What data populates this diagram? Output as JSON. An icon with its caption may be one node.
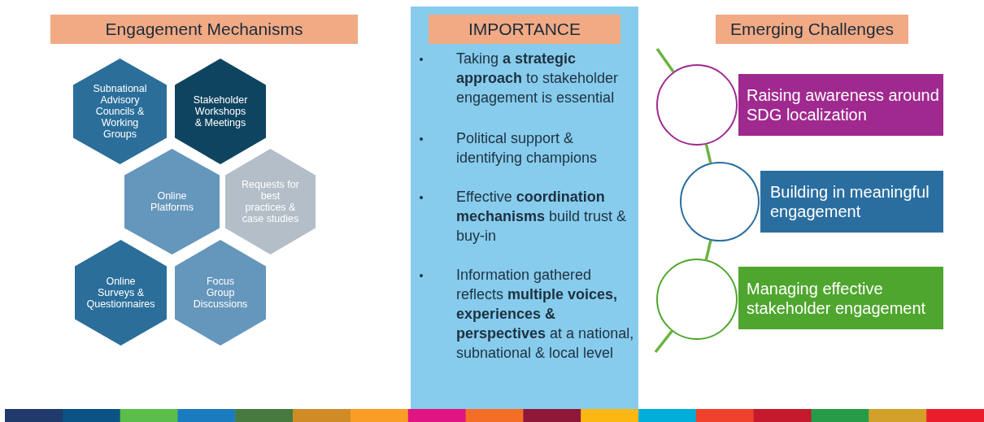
{
  "diagram": {
    "nodes": [
      {
        "text": [
          "Engagement Mechanisms"
        ]
      },
      {
        "text": [
          "Subnational Advisory Councils & Working Groups"
        ]
      },
      {
        "text": [
          "Stakeholder Workshops & Meetings"
        ]
      },
      {
        "text": [
          "Online Platforms"
        ]
      },
      {
        "text": [
          "Requests for best practices & case studies"
        ]
      },
      {
        "text": [
          "Online Surveys & Questionnaires"
        ]
      },
      {
        "text": [
          "Focus Group Discussions"
        ]
      },
      {
        "text": [
          "Taking **a strategic approach** to stakeholder engagement is essential",
          "Political support & identifying champions",
          "Effective **coordination mechanisms** build trust & buy-in",
          "Information gathered reflects **multiple voices, experiences & perspectives** at a national, subnational & local level"
        ]
      },
      {
        "text": [
          "IMPORTANCE"
        ],
        "in": 7
      },
      {
        "text": [
          "Emerging Challenges"
        ]
      },
      {
        "text": [],
        "shape": "circle"
      },
      {
        "text": [
          "Raising awareness around SDG localization"
        ]
      },
      {
        "text": [],
        "shape": "circle"
      },
      {
        "text": [
          "Building in meaningful engagement"
        ]
      },
      {
        "text": [],
        "shape": "circle"
      },
      {
        "text": [
          "Managing effective stakeholder engagement"
        ]
      }
    ],
    "edges": [
      {
        "from": null,
        "to": 10,
        "arrow": "none"
      },
      {
        "from": 10,
        "to": 12,
        "arrow": "none"
      },
      {
        "from": 12,
        "to": 14,
        "arrow": "none"
      },
      {
        "from": 14,
        "to": null,
        "arrow": "none"
      }
    ]
  }
}
